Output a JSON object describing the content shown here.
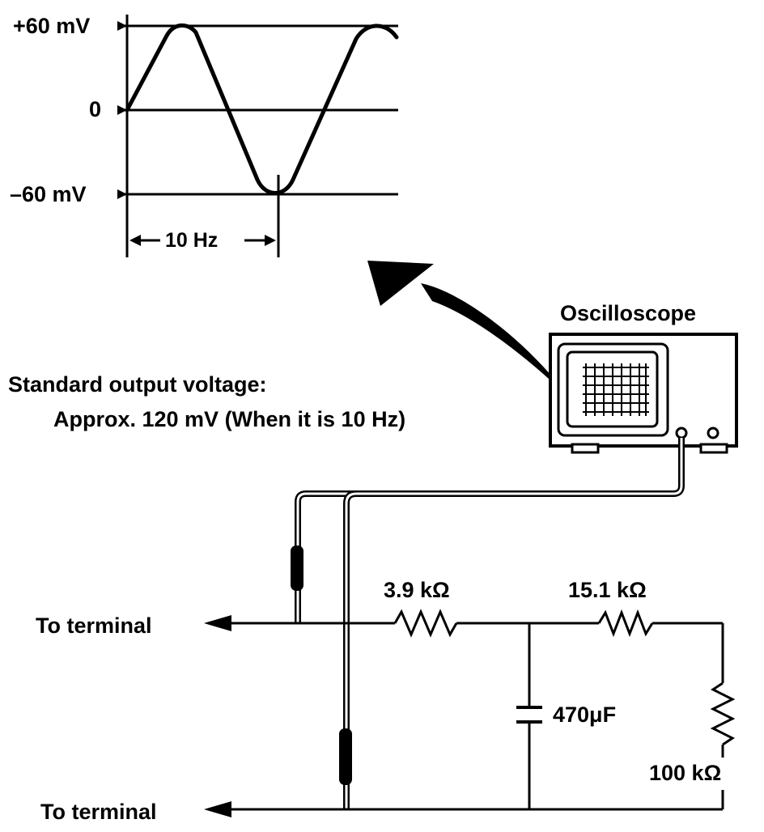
{
  "waveform": {
    "y_top_label": "+60 mV",
    "y_mid_label": "0",
    "y_bottom_label": "–60 mV",
    "period_label": "10 Hz"
  },
  "oscilloscope": {
    "label": "Oscilloscope"
  },
  "note": {
    "line1": "Standard output voltage:",
    "line2": "Approx. 120 mV (When it is 10 Hz)"
  },
  "circuit": {
    "r1_label": "3.9 kΩ",
    "r2_label": "15.1 kΩ",
    "r3_label": "100 kΩ",
    "c1_label": "470μF",
    "terminal_top_label": "To terminal",
    "terminal_bottom_label": "To terminal"
  }
}
